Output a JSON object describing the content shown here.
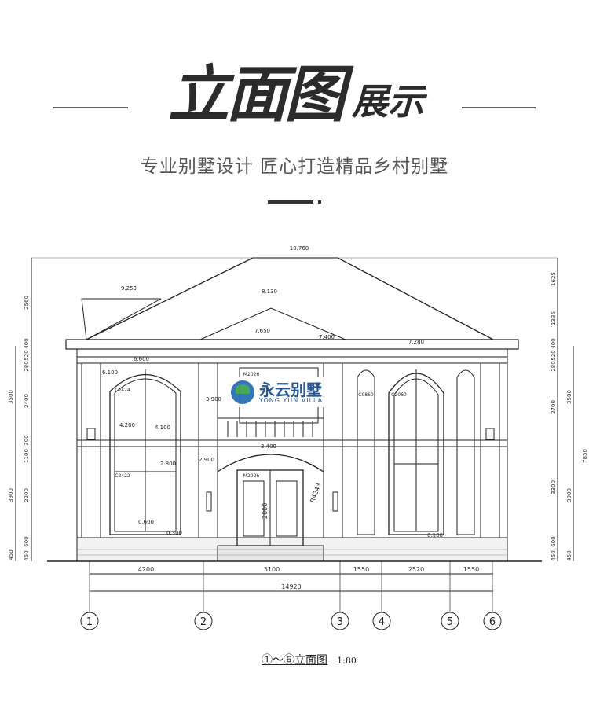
{
  "header": {
    "title_main": "立面图",
    "title_sub": "展示",
    "subtitle": "专业别墅设计  匠心打造精品乡村别墅"
  },
  "logo": {
    "name_cn": "永云别墅",
    "name_en": "YONG YUN VILLA"
  },
  "drawing": {
    "elevation_labels": [
      "10.760",
      "9.253",
      "8.130",
      "7.650",
      "7.400",
      "7.280",
      "6.600",
      "6.100",
      "3.900",
      "3.400",
      "2.900",
      "2.800",
      "4.200",
      "4.100",
      "0.600",
      "0.100",
      "0.300"
    ],
    "window_tags": [
      "C2424",
      "C2422",
      "C0860",
      "C2060",
      "M2026",
      "M2026"
    ],
    "dim_left_outer": [
      "2560",
      "400",
      "520",
      "280",
      "3500",
      "3900",
      "450"
    ],
    "dim_left_inner": [
      "2400",
      "300",
      "1100",
      "2200",
      "600",
      "450"
    ],
    "dim_right_inner": [
      "1625",
      "1335",
      "400",
      "520",
      "280",
      "2700",
      "3300",
      "600",
      "450"
    ],
    "dim_right_outer": [
      "3500",
      "3900",
      "450"
    ],
    "dim_right_total": "7850",
    "dim_bottom": [
      "4200",
      "5100",
      "1550",
      "2520",
      "1550"
    ],
    "dim_total": "14920",
    "axes": [
      "1",
      "2",
      "3",
      "4",
      "5",
      "6"
    ],
    "door_marks": [
      "R4243",
      "2000"
    ]
  },
  "caption": {
    "title": "①～⑥立面图",
    "scale": "1:80"
  }
}
